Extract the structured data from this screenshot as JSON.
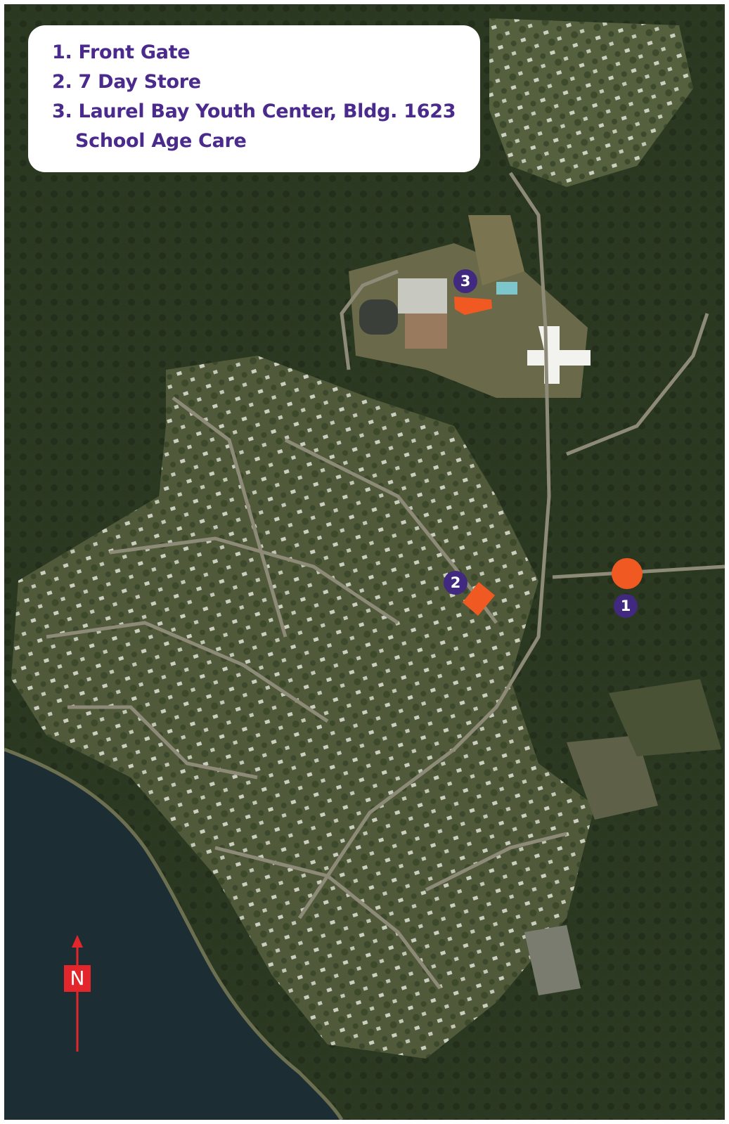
{
  "legend": {
    "lines": [
      "1. Front Gate",
      "2. 7 Day Store",
      "3. Laurel Bay Youth Center, Bldg. 1623"
    ],
    "line3_continuation": "School Age Care"
  },
  "markers": [
    {
      "label": "1",
      "name": "Front Gate",
      "shape": "circle"
    },
    {
      "label": "2",
      "name": "7 Day Store",
      "shape": "rectangle"
    },
    {
      "label": "3",
      "name": "Laurel Bay Youth Center, Bldg. 1623",
      "shape": "polygon"
    }
  ],
  "north_arrow": {
    "label": "N"
  },
  "colors": {
    "marker_orange": "#f05a22",
    "badge_purple": "#41297f",
    "legend_text": "#4a2a8c",
    "north_red": "#e2262b",
    "water": "#1c2e33",
    "forest": "#24301b"
  }
}
